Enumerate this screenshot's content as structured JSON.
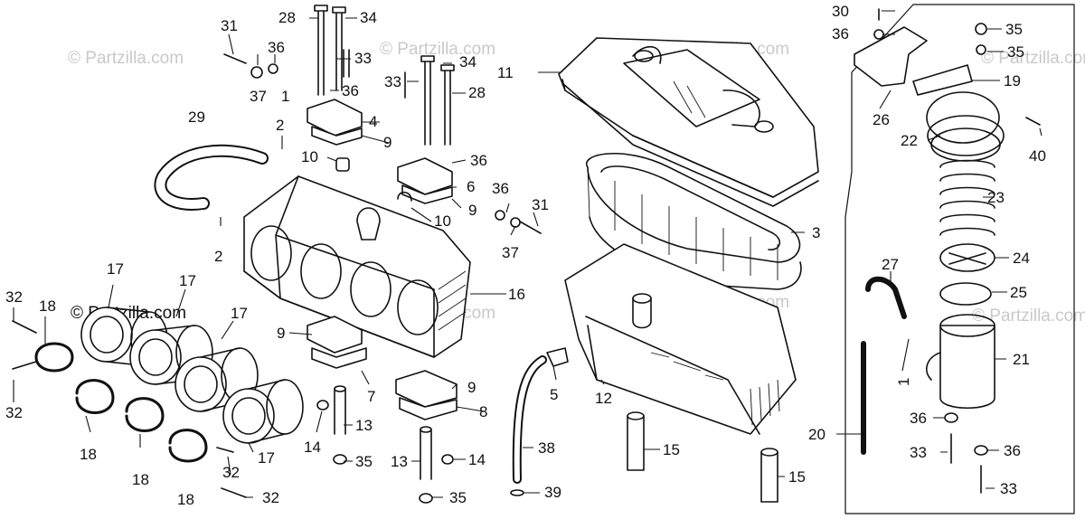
{
  "watermark": "© Partzilla.com",
  "callouts": [
    {
      "id": "c31a",
      "text": "31"
    },
    {
      "id": "c36a",
      "text": "36"
    },
    {
      "id": "c37a",
      "text": "37"
    },
    {
      "id": "c1a",
      "text": "1"
    },
    {
      "id": "c28a",
      "text": "28"
    },
    {
      "id": "c34a",
      "text": "34"
    },
    {
      "id": "c33a",
      "text": "33"
    },
    {
      "id": "c36b",
      "text": "36"
    },
    {
      "id": "c34b",
      "text": "34"
    },
    {
      "id": "c33b",
      "text": "33"
    },
    {
      "id": "c28b",
      "text": "28"
    },
    {
      "id": "c11",
      "text": "11"
    },
    {
      "id": "c29",
      "text": "29"
    },
    {
      "id": "c2a",
      "text": "2"
    },
    {
      "id": "c4",
      "text": "4"
    },
    {
      "id": "c9a",
      "text": "9"
    },
    {
      "id": "c10a",
      "text": "10"
    },
    {
      "id": "c36c",
      "text": "36"
    },
    {
      "id": "c6",
      "text": "6"
    },
    {
      "id": "c9b",
      "text": "9"
    },
    {
      "id": "c10b",
      "text": "10"
    },
    {
      "id": "c36d",
      "text": "36"
    },
    {
      "id": "c31b",
      "text": "31"
    },
    {
      "id": "c37b",
      "text": "37"
    },
    {
      "id": "c3",
      "text": "3"
    },
    {
      "id": "c2b",
      "text": "2"
    },
    {
      "id": "c16",
      "text": "16"
    },
    {
      "id": "c17a",
      "text": "17"
    },
    {
      "id": "c17b",
      "text": "17"
    },
    {
      "id": "c17c",
      "text": "17"
    },
    {
      "id": "c17d",
      "text": "17"
    },
    {
      "id": "c32a",
      "text": "32"
    },
    {
      "id": "c18a",
      "text": "18"
    },
    {
      "id": "c32b",
      "text": "32"
    },
    {
      "id": "c18b",
      "text": "18"
    },
    {
      "id": "c18c",
      "text": "18"
    },
    {
      "id": "c18d",
      "text": "18"
    },
    {
      "id": "c32c",
      "text": "32"
    },
    {
      "id": "c32d",
      "text": "32"
    },
    {
      "id": "c9c",
      "text": "9"
    },
    {
      "id": "c7",
      "text": "7"
    },
    {
      "id": "c9d",
      "text": "9"
    },
    {
      "id": "c8",
      "text": "8"
    },
    {
      "id": "c14a",
      "text": "14"
    },
    {
      "id": "c13a",
      "text": "13"
    },
    {
      "id": "c35a",
      "text": "35"
    },
    {
      "id": "c13b",
      "text": "13"
    },
    {
      "id": "c14b",
      "text": "14"
    },
    {
      "id": "c35b",
      "text": "35"
    },
    {
      "id": "c5",
      "text": "5"
    },
    {
      "id": "c12",
      "text": "12"
    },
    {
      "id": "c38",
      "text": "38"
    },
    {
      "id": "c39",
      "text": "39"
    },
    {
      "id": "c15a",
      "text": "15"
    },
    {
      "id": "c15b",
      "text": "15"
    },
    {
      "id": "c30",
      "text": "30"
    },
    {
      "id": "c36e",
      "text": "36"
    },
    {
      "id": "c35c",
      "text": "35"
    },
    {
      "id": "c35d",
      "text": "35"
    },
    {
      "id": "c19",
      "text": "19"
    },
    {
      "id": "c26",
      "text": "26"
    },
    {
      "id": "c22",
      "text": "22"
    },
    {
      "id": "c40",
      "text": "40"
    },
    {
      "id": "c23",
      "text": "23"
    },
    {
      "id": "c24",
      "text": "24"
    },
    {
      "id": "c27",
      "text": "27"
    },
    {
      "id": "c25",
      "text": "25"
    },
    {
      "id": "c21",
      "text": "21"
    },
    {
      "id": "c1b",
      "text": "1"
    },
    {
      "id": "c20",
      "text": "20"
    },
    {
      "id": "c36f",
      "text": "36"
    },
    {
      "id": "c33c",
      "text": "33"
    },
    {
      "id": "c36g",
      "text": "36"
    },
    {
      "id": "c33d",
      "text": "33"
    }
  ]
}
